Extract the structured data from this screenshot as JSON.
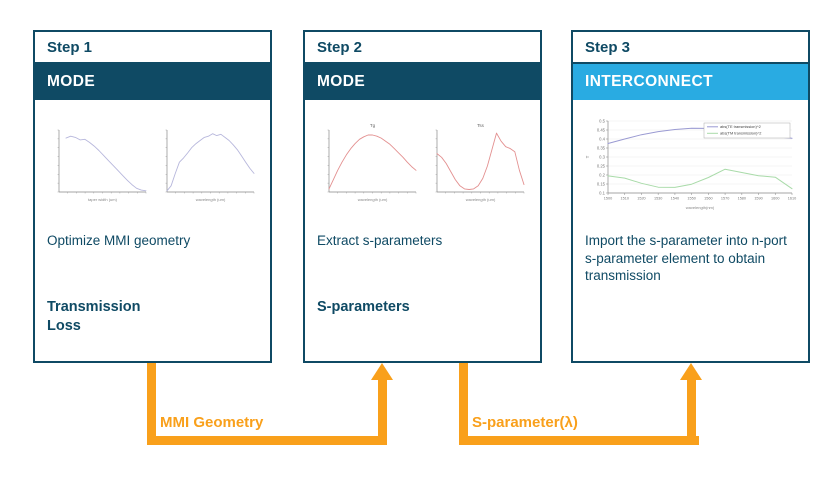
{
  "colors": {
    "navy": "#0f4a64",
    "cyan": "#29abe2",
    "orange": "#f9a01b",
    "chart_lavender": "#b7b7dc",
    "chart_pink": "#e39090",
    "chart_blue": "#9a9ad2",
    "chart_green": "#a9dba9"
  },
  "steps": [
    {
      "step_label": "Step 1",
      "product": "MODE",
      "header_color": "#0f4a64",
      "description": "Optimize MMI geometry",
      "output_lines": [
        "Transmission",
        "Loss"
      ],
      "charts": [
        {
          "name": "transmission-vs-taper-width",
          "xlabel": "taper width (um)",
          "line_color": "#b7b7dc",
          "x_range": [
            0.08,
            1
          ],
          "values": [
            0.87,
            0.9,
            0.88,
            0.84,
            0.85,
            0.8,
            0.74,
            0.67,
            0.59,
            0.51,
            0.43,
            0.35,
            0.27,
            0.19,
            0.12,
            0.06,
            0.03,
            0.02
          ]
        },
        {
          "name": "transmission-vs-wavelength",
          "xlabel": "wavelength (um)",
          "line_color": "#b7b7dc",
          "values": [
            0.02,
            0.1,
            0.3,
            0.48,
            0.55,
            0.63,
            0.72,
            0.78,
            0.83,
            0.88,
            0.9,
            0.94,
            0.91,
            0.93,
            0.88,
            0.83,
            0.76,
            0.68,
            0.58,
            0.48,
            0.38,
            0.3
          ]
        }
      ]
    },
    {
      "step_label": "Step 2",
      "product": "MODE",
      "header_color": "#0f4a64",
      "description": "Extract s-parameters",
      "output_lines": [
        "S-parameters"
      ],
      "charts": [
        {
          "name": "s-parameter-tg",
          "title": "Tg",
          "xlabel": "wavelength (um)",
          "line_color": "#e39090",
          "values": [
            0.05,
            0.2,
            0.35,
            0.48,
            0.6,
            0.7,
            0.78,
            0.85,
            0.89,
            0.92,
            0.92,
            0.9,
            0.87,
            0.82,
            0.77,
            0.7,
            0.63,
            0.56,
            0.48,
            0.41,
            0.35
          ]
        },
        {
          "name": "s-parameter-tss",
          "title": "Tss",
          "xlabel": "wavelength (um)",
          "line_color": "#e39090",
          "values": [
            0.62,
            0.56,
            0.46,
            0.33,
            0.2,
            0.1,
            0.05,
            0.04,
            0.05,
            0.1,
            0.22,
            0.42,
            0.68,
            0.95,
            0.82,
            0.73,
            0.7,
            0.65,
            0.35,
            0.12
          ]
        }
      ]
    },
    {
      "step_label": "Step 3",
      "product": "INTERCONNECT",
      "header_color": "#29abe2",
      "description": "Import the s-parameter into n-port s-parameter element to obtain transmission",
      "output_lines": [],
      "charts": [
        {
          "name": "transmission-spectrum",
          "xlabel": "wavelength(nm)",
          "ylabel": "T",
          "ylim": [
            0.1,
            0.5
          ],
          "yticks": [
            "0.5",
            "0.45",
            "0.4",
            "0.35",
            "0.3",
            "0.25",
            "0.2",
            "0.15",
            "0.1"
          ],
          "xticks": [
            "1500",
            "1510",
            "1520",
            "1530",
            "1540",
            "1550",
            "1560",
            "1570",
            "1580",
            "1590",
            "1600",
            "1610"
          ],
          "series": [
            {
              "name": "abs(TE transmission)^2",
              "color": "#9a9ad2",
              "values": [
                0.375,
                0.4,
                0.424,
                0.441,
                0.453,
                0.46,
                0.459,
                0.452,
                0.441,
                0.428,
                0.413,
                0.404
              ]
            },
            {
              "name": "abs(TM transmission)^2",
              "color": "#a9dba9",
              "values": [
                0.195,
                0.183,
                0.154,
                0.132,
                0.131,
                0.149,
                0.186,
                0.232,
                0.214,
                0.196,
                0.188,
                0.124
              ]
            }
          ]
        }
      ]
    }
  ],
  "arrows": [
    {
      "label": "MMI Geometry"
    },
    {
      "label": "S-parameter(λ)"
    }
  ]
}
